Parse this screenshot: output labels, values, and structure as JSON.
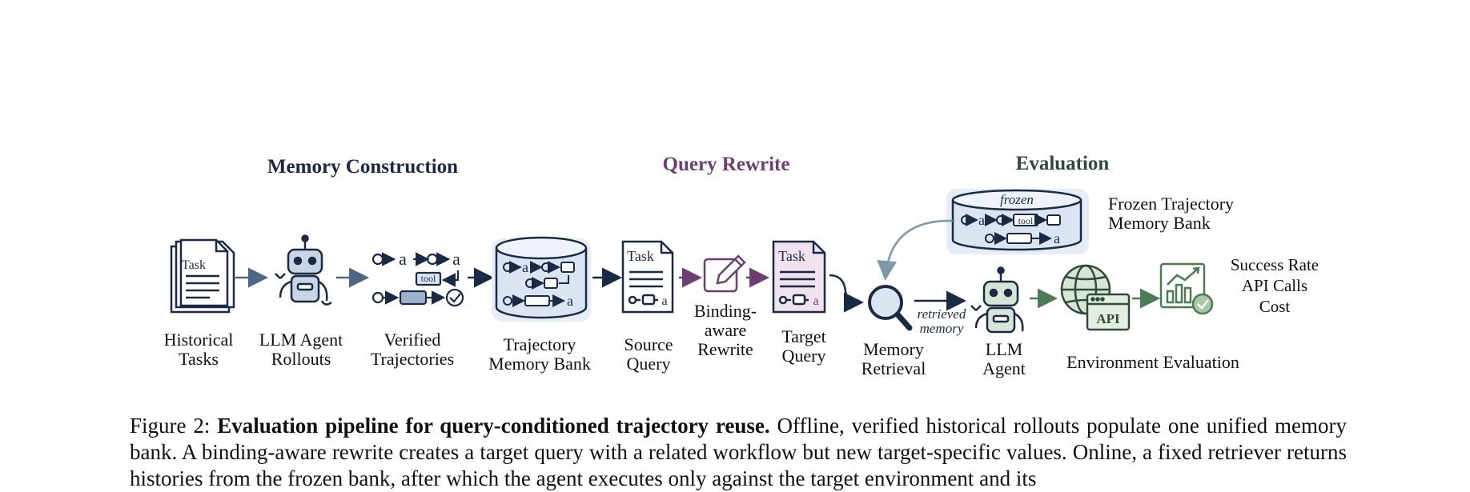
{
  "sections": {
    "memory_construction": "Memory Construction",
    "query_rewrite": "Query Rewrite",
    "evaluation": "Evaluation"
  },
  "nodes": {
    "historical_tasks": [
      "Historical",
      "Tasks"
    ],
    "llm_agent_rollouts": [
      "LLM Agent",
      "Rollouts"
    ],
    "verified_trajectories": [
      "Verified",
      "Trajectories"
    ],
    "trajectory_memory_bank": [
      "Trajectory",
      "Memory Bank"
    ],
    "source_query": [
      "Source",
      "Query"
    ],
    "binding_aware_rewrite": [
      "Binding-",
      "aware",
      "Rewrite"
    ],
    "target_query": [
      "Target",
      "Query"
    ],
    "memory_retrieval": [
      "Memory",
      "Retrieval"
    ],
    "llm_agent": [
      "LLM",
      "Agent"
    ],
    "environment_evaluation": "Environment Evaluation",
    "frozen_bank": [
      "Frozen Trajectory",
      "Memory Bank"
    ],
    "metrics": [
      "Success Rate",
      "API Calls",
      "Cost"
    ]
  },
  "icon_text": {
    "task": "Task",
    "tool": "tool",
    "a": "a",
    "frozen": "frozen",
    "api": "API",
    "retrieved_memory": [
      "retrieved",
      "memory"
    ]
  },
  "colors": {
    "navy": "#1b2a44",
    "purple": "#6b3f73",
    "green": "#2f4a3a",
    "bank_fill": "#dbe5f1",
    "target_fill": "#f1e3ee",
    "green_fill": "#e3eee2"
  },
  "caption": {
    "label": "Figure 2: ",
    "title": "Evaluation pipeline for query-conditioned trajectory reuse.",
    "body": " Offline, verified historical rollouts populate one unified memory bank. A binding-aware rewrite creates a target query with a related workflow but new target-specific values. Online, a fixed retriever returns histories from the frozen bank, after which the agent executes only against the target environment and its"
  }
}
